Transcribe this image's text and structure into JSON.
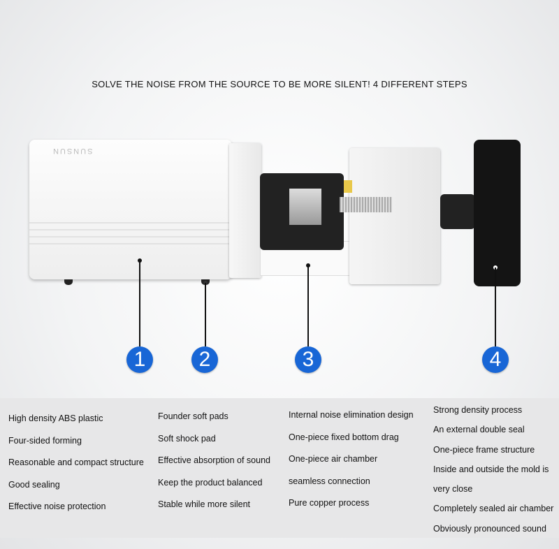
{
  "headline": "SOLVE THE NOISE FROM THE SOURCE TO BE MORE SILENT! 4 DIFFERENT STEPS",
  "brand_logo": "SUNSUN",
  "colors": {
    "step_badge": "#1866d6",
    "panel": "#e7e7e8"
  },
  "steps": [
    "1",
    "2",
    "3",
    "4"
  ],
  "columns": [
    [
      "High density ABS plastic",
      "Four-sided forming",
      "Reasonable and compact structure",
      "Good sealing",
      "Effective noise protection"
    ],
    [
      "Founder soft pads",
      "Soft shock pad",
      "Effective absorption of sound",
      "Keep the product balanced",
      "Stable while more silent"
    ],
    [
      "Internal noise elimination design",
      "One-piece fixed bottom drag",
      "One-piece air chamber",
      "seamless connection",
      "Pure copper process"
    ],
    [
      "Strong density process",
      "An external double seal",
      "One-piece frame structure",
      "Inside and outside the mold is",
      "very close",
      "Completely sealed air chamber",
      "Obviously pronounced sound"
    ]
  ]
}
